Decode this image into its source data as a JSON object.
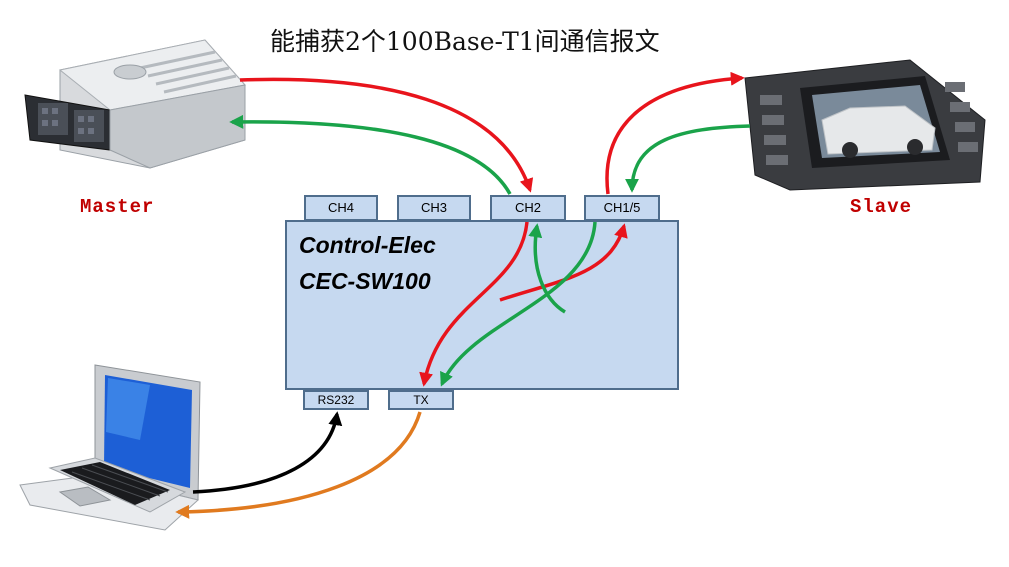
{
  "title": "能捕获2个100Base-T1间通信报文",
  "nodes": {
    "master": {
      "label": "Master"
    },
    "slave": {
      "label": "Slave"
    }
  },
  "device": {
    "line1": "Control-Elec",
    "line2": "CEC-SW100",
    "top_ports": [
      "CH4",
      "CH3",
      "CH2",
      "CH1/5"
    ],
    "bottom_ports": [
      "RS232",
      "TX"
    ]
  },
  "colors": {
    "device_fill": "#c6d9f0",
    "device_border": "#4f6d8c",
    "label_red": "#c00000",
    "arrow_red": "#e8141c",
    "arrow_green": "#1aa34a",
    "arrow_black": "#000000",
    "arrow_orange": "#e07a1f"
  },
  "icons": [
    "ecu-module-icon",
    "car-head-unit-icon",
    "laptop-icon"
  ]
}
